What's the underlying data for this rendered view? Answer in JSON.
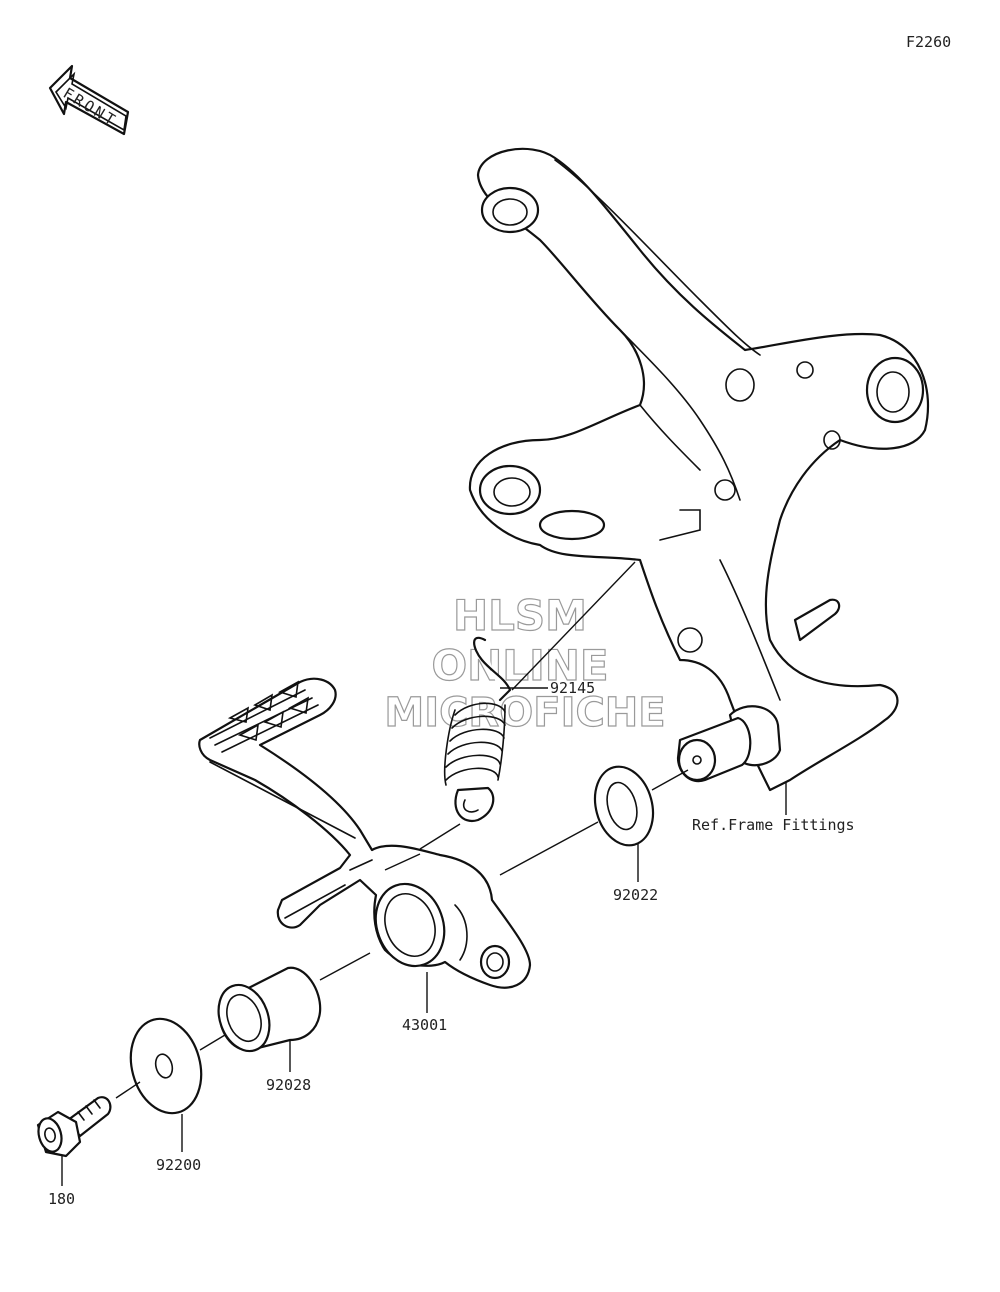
{
  "diagram": {
    "figure_code": "F2260",
    "direction_label": "FRONT",
    "watermark": [
      "HLSM",
      "ONLINE",
      "MICROFICHE"
    ],
    "parts": [
      {
        "id": "92145",
        "label": "92145"
      },
      {
        "id": "92022",
        "label": "92022"
      },
      {
        "id": "43001",
        "label": "43001"
      },
      {
        "id": "92028",
        "label": "92028"
      },
      {
        "id": "92200",
        "label": "92200"
      },
      {
        "id": "180",
        "label": "180"
      }
    ],
    "reference_note": "Ref.Frame Fittings"
  }
}
